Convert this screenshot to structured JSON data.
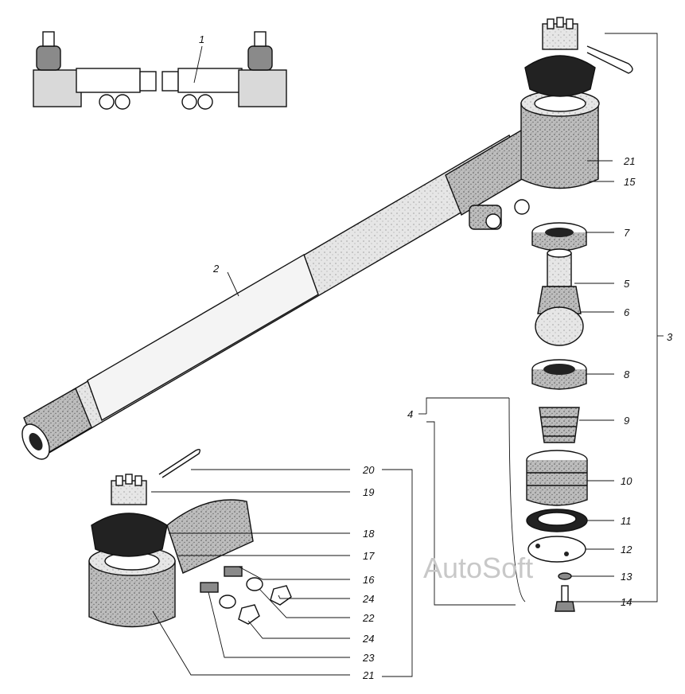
{
  "watermark": "AutoSoft",
  "callouts": {
    "c1": "1",
    "c2": "2",
    "c3": "3",
    "c4": "4",
    "c21a": "21",
    "c15": "15",
    "c7": "7",
    "c5": "5",
    "c6": "6",
    "c8": "8",
    "c9": "9",
    "c10": "10",
    "c11": "11",
    "c12": "12",
    "c13": "13",
    "c14": "14",
    "c20": "20",
    "c19": "19",
    "c18": "18",
    "c17": "17",
    "c16": "16",
    "c24a": "24",
    "c22": "22",
    "c24b": "24",
    "c23": "23",
    "c21b": "21"
  }
}
